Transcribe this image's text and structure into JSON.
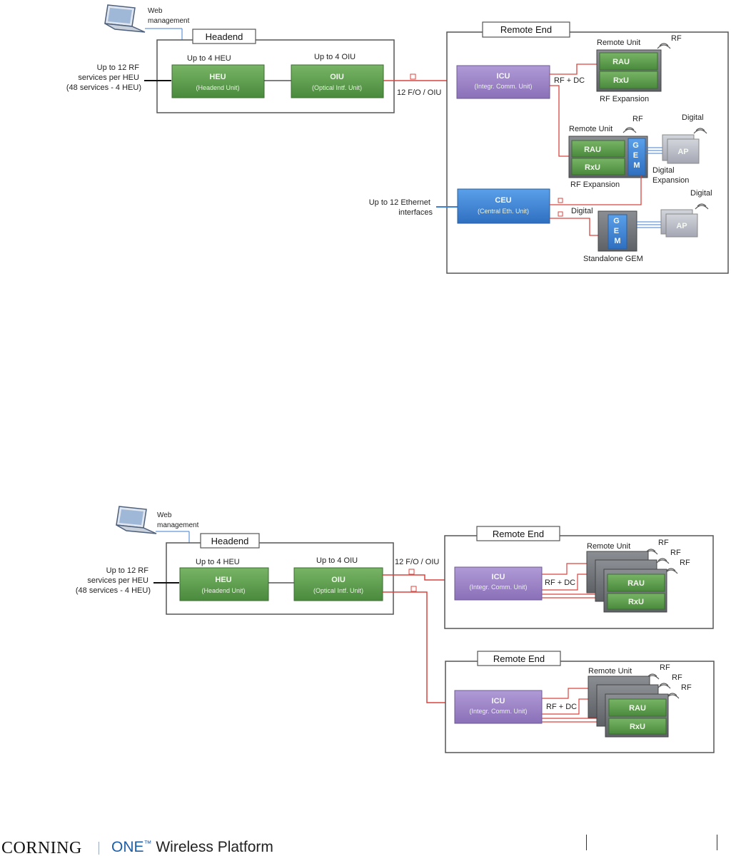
{
  "diagram1": {
    "web_management": [
      "Web",
      "management"
    ],
    "headend": "Headend",
    "up_to_heu": "Up to 4 HEU",
    "up_to_oiu": "Up to 4 OIU",
    "rf_services": [
      "Up to 12 RF",
      "services per HEU",
      "(48 services - 4 HEU)"
    ],
    "heu": [
      "HEU",
      "(Headend Unit)"
    ],
    "oiu": [
      "OIU",
      "(Optical Intf. Unit)"
    ],
    "fo_label": "12 F/O / OIU",
    "remote_end": "Remote End",
    "icu": [
      "ICU",
      "(Integr. Comm. Unit)"
    ],
    "rf_dc": "RF + DC",
    "remote_unit_top": "Remote Unit",
    "rf": "RF",
    "rau": "RAU",
    "rxu": "RxU",
    "rf_expansion": "RF Expansion",
    "remote_unit_mid": "Remote Unit",
    "gem": [
      "G",
      "E",
      "M"
    ],
    "digital": "Digital",
    "ap": "AP",
    "digital_expansion": [
      "Digital",
      "Expansion"
    ],
    "ethernet": [
      "Up to 12 Ethernet",
      "interfaces"
    ],
    "ceu": [
      "CEU",
      "(Central Eth. Unit)"
    ],
    "standalone_gem": "Standalone GEM"
  },
  "diagram2": {
    "web_management": [
      "Web",
      "management"
    ],
    "headend": "Headend",
    "up_to_heu": "Up to 4 HEU",
    "up_to_oiu": "Up to 4 OIU",
    "rf_services": [
      "Up to 12 RF",
      "services per HEU",
      "(48 services - 4 HEU)"
    ],
    "heu": [
      "HEU",
      "(Headend Unit)"
    ],
    "oiu": [
      "OIU",
      "(Optical Intf. Unit)"
    ],
    "fo_label": "12 F/O / OIU",
    "remote_end": "Remote End",
    "icu": [
      "ICU",
      "(Integr. Comm. Unit)"
    ],
    "rf_dc": "RF + DC",
    "remote_unit": "Remote Unit",
    "rf": "RF",
    "rau": "RAU",
    "rxu": "RxU"
  },
  "footer": {
    "brand": "CORNING",
    "product_one": "ONE",
    "product_tm": "™",
    "product_rest": " Wireless Platform"
  },
  "colors": {
    "green_unit": "#5b9a4c",
    "purple_unit": "#9b82c4",
    "blue_unit": "#3f86d6",
    "fiber_red": "#d9443f",
    "ethernet_blue": "#3f7fd0",
    "grey_ap": "#b9bcc7"
  }
}
